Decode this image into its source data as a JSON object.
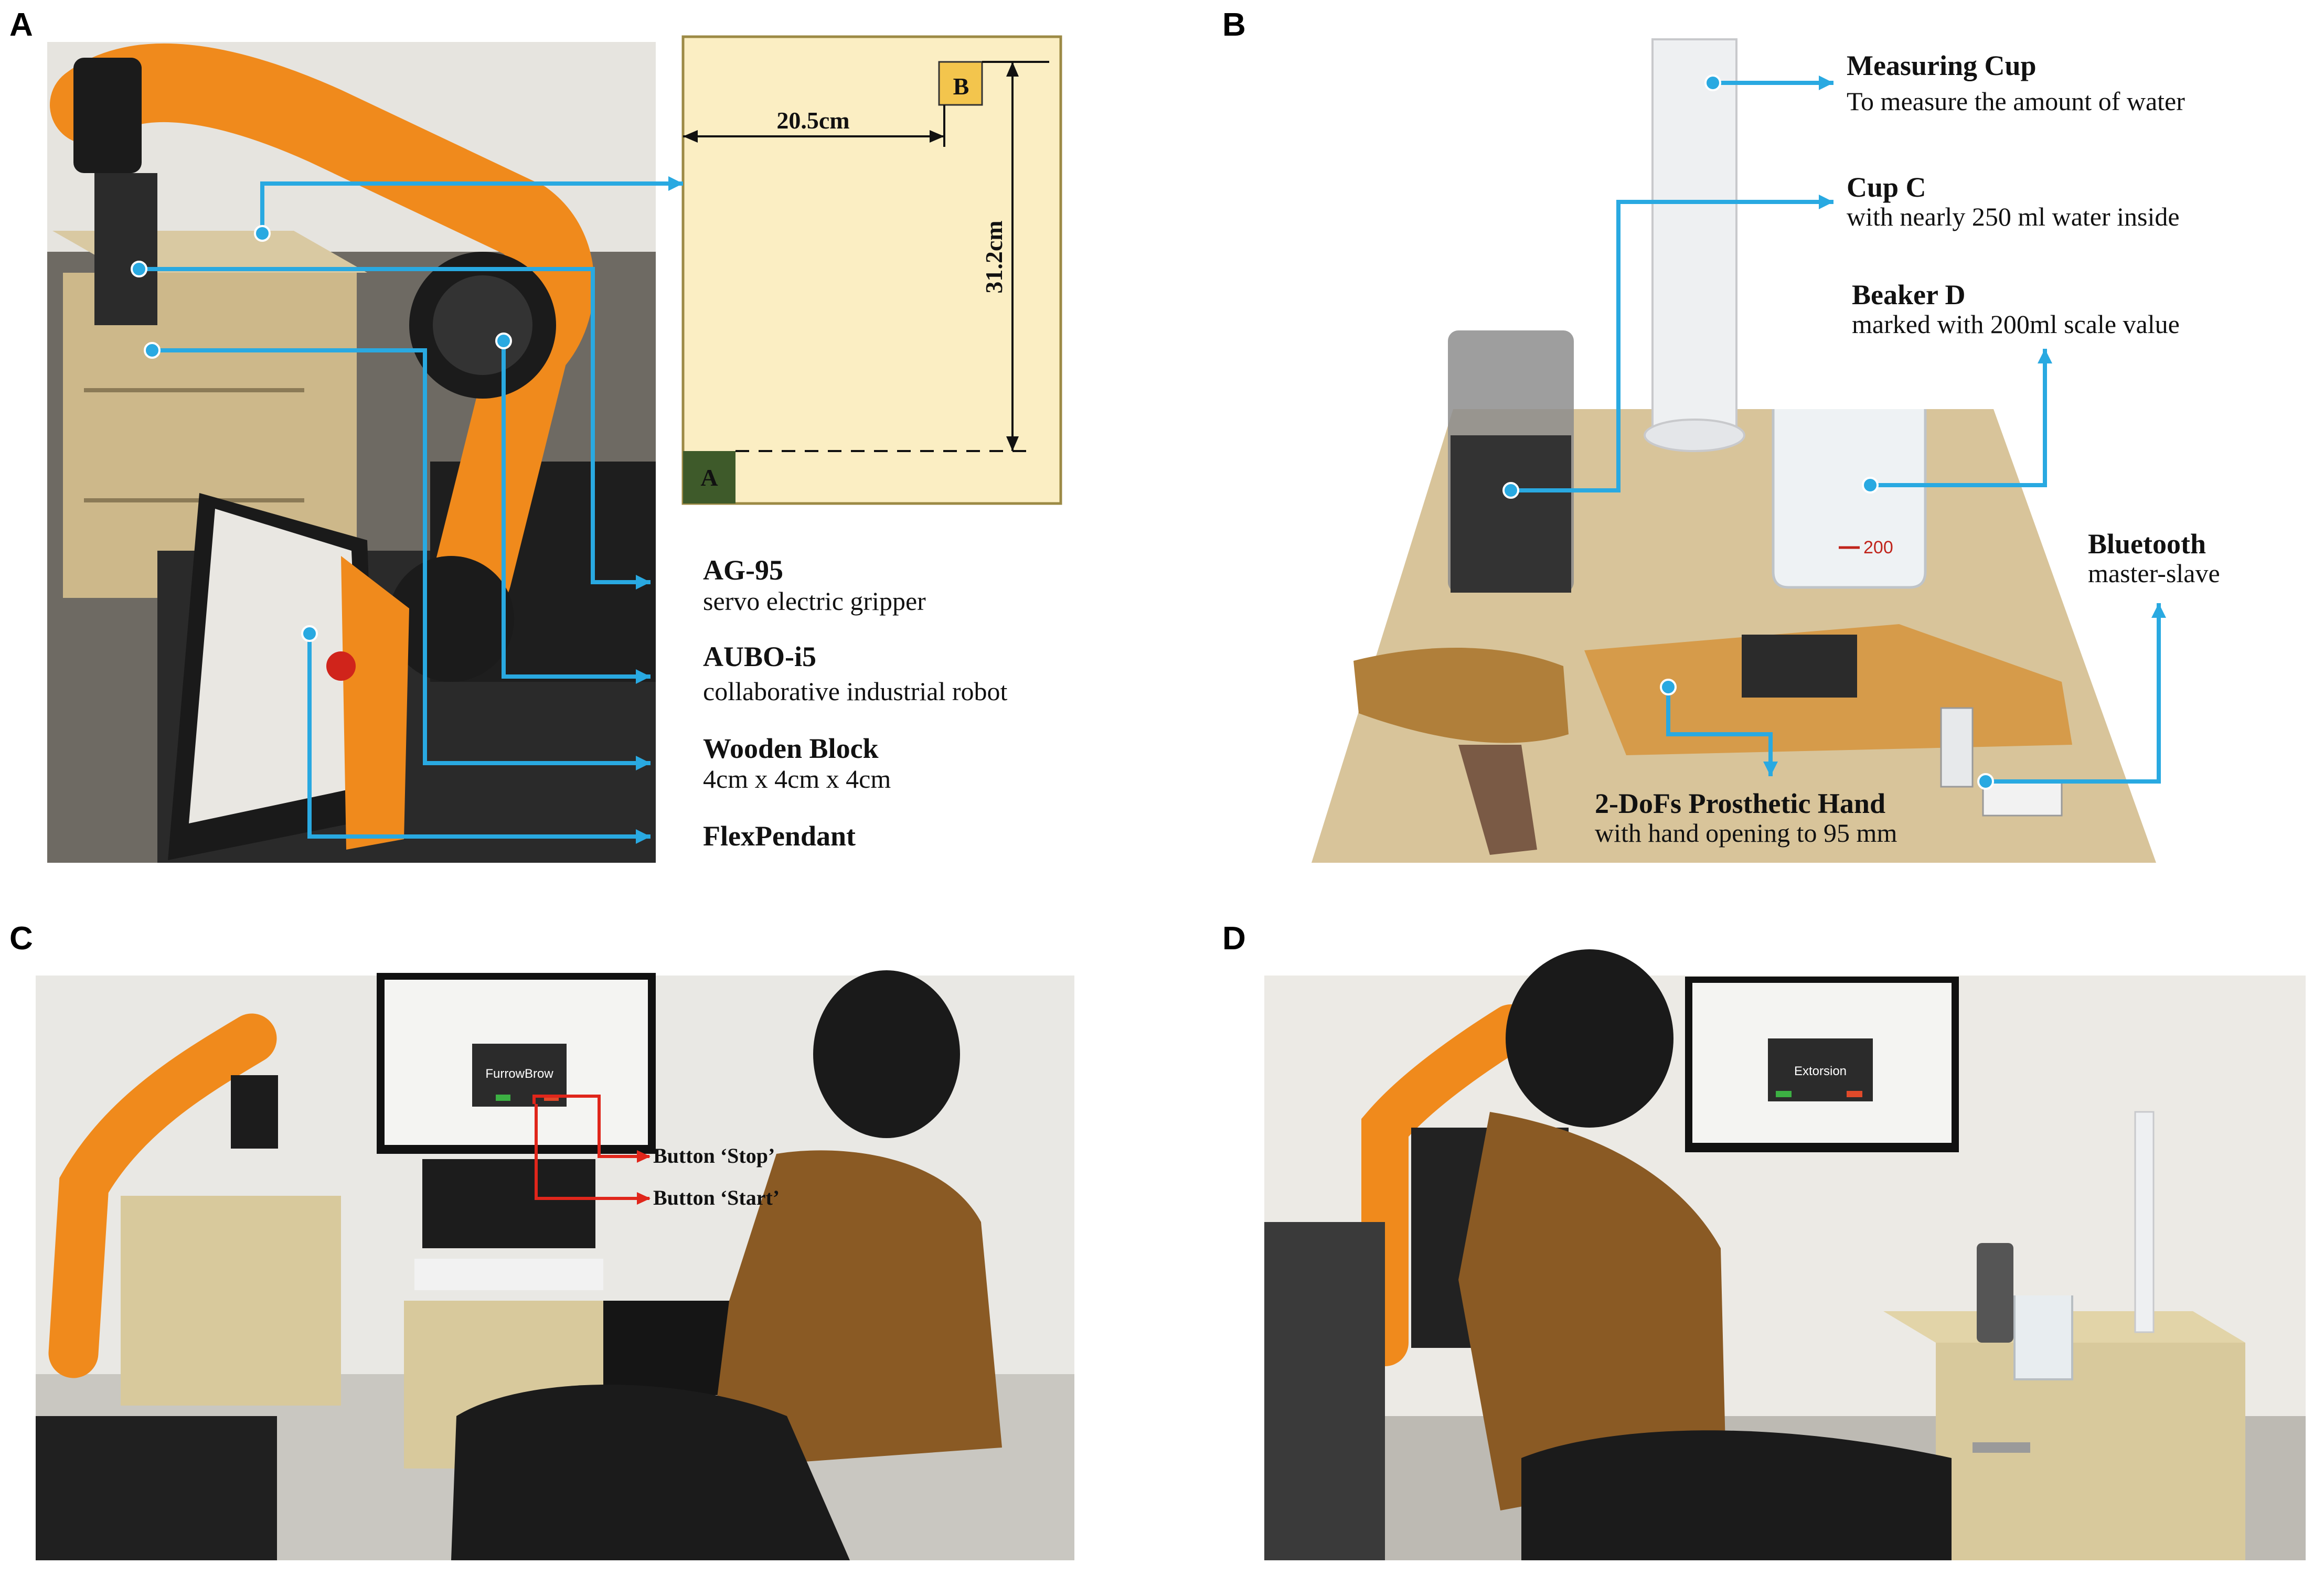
{
  "panels": {
    "A": {
      "letter": "A",
      "dimension_x": "20.5cm",
      "dimension_y": "31.2cm",
      "point_a": "A",
      "point_b": "B",
      "labels": [
        {
          "title": "AG-95",
          "subtitle": "servo electric gripper"
        },
        {
          "title": "AUBO-i5",
          "subtitle": "collaborative industrial robot"
        },
        {
          "title": "Wooden Block",
          "subtitle": "4cm x 4cm x 4cm"
        },
        {
          "title": "FlexPendant",
          "subtitle": ""
        }
      ]
    },
    "B": {
      "letter": "B",
      "scale_mark": "200",
      "labels": [
        {
          "title": "Measuring Cup",
          "subtitle": "To measure the amount of water"
        },
        {
          "title": "Cup C",
          "subtitle": "with nearly 250 ml water inside"
        },
        {
          "title": "Beaker D",
          "subtitle": "marked with 200ml scale value"
        },
        {
          "title": "Bluetooth",
          "subtitle": "master-slave"
        },
        {
          "title": "2-DoFs Prosthetic Hand",
          "subtitle": "with hand opening to 95 mm"
        }
      ]
    },
    "C": {
      "letter": "C",
      "screen_text": "FurrowBrow",
      "button_stop": "Button ‘Stop’",
      "button_start": "Button ‘Start’"
    },
    "D": {
      "letter": "D",
      "screen_text": "Extorsion"
    }
  },
  "colors": {
    "callout_blue": "#29a9e1",
    "callout_red": "#e0261b",
    "robot_orange": "#f08a1c",
    "desk_wood": "#d8c49a",
    "plate_bg": "#fbeec3"
  }
}
